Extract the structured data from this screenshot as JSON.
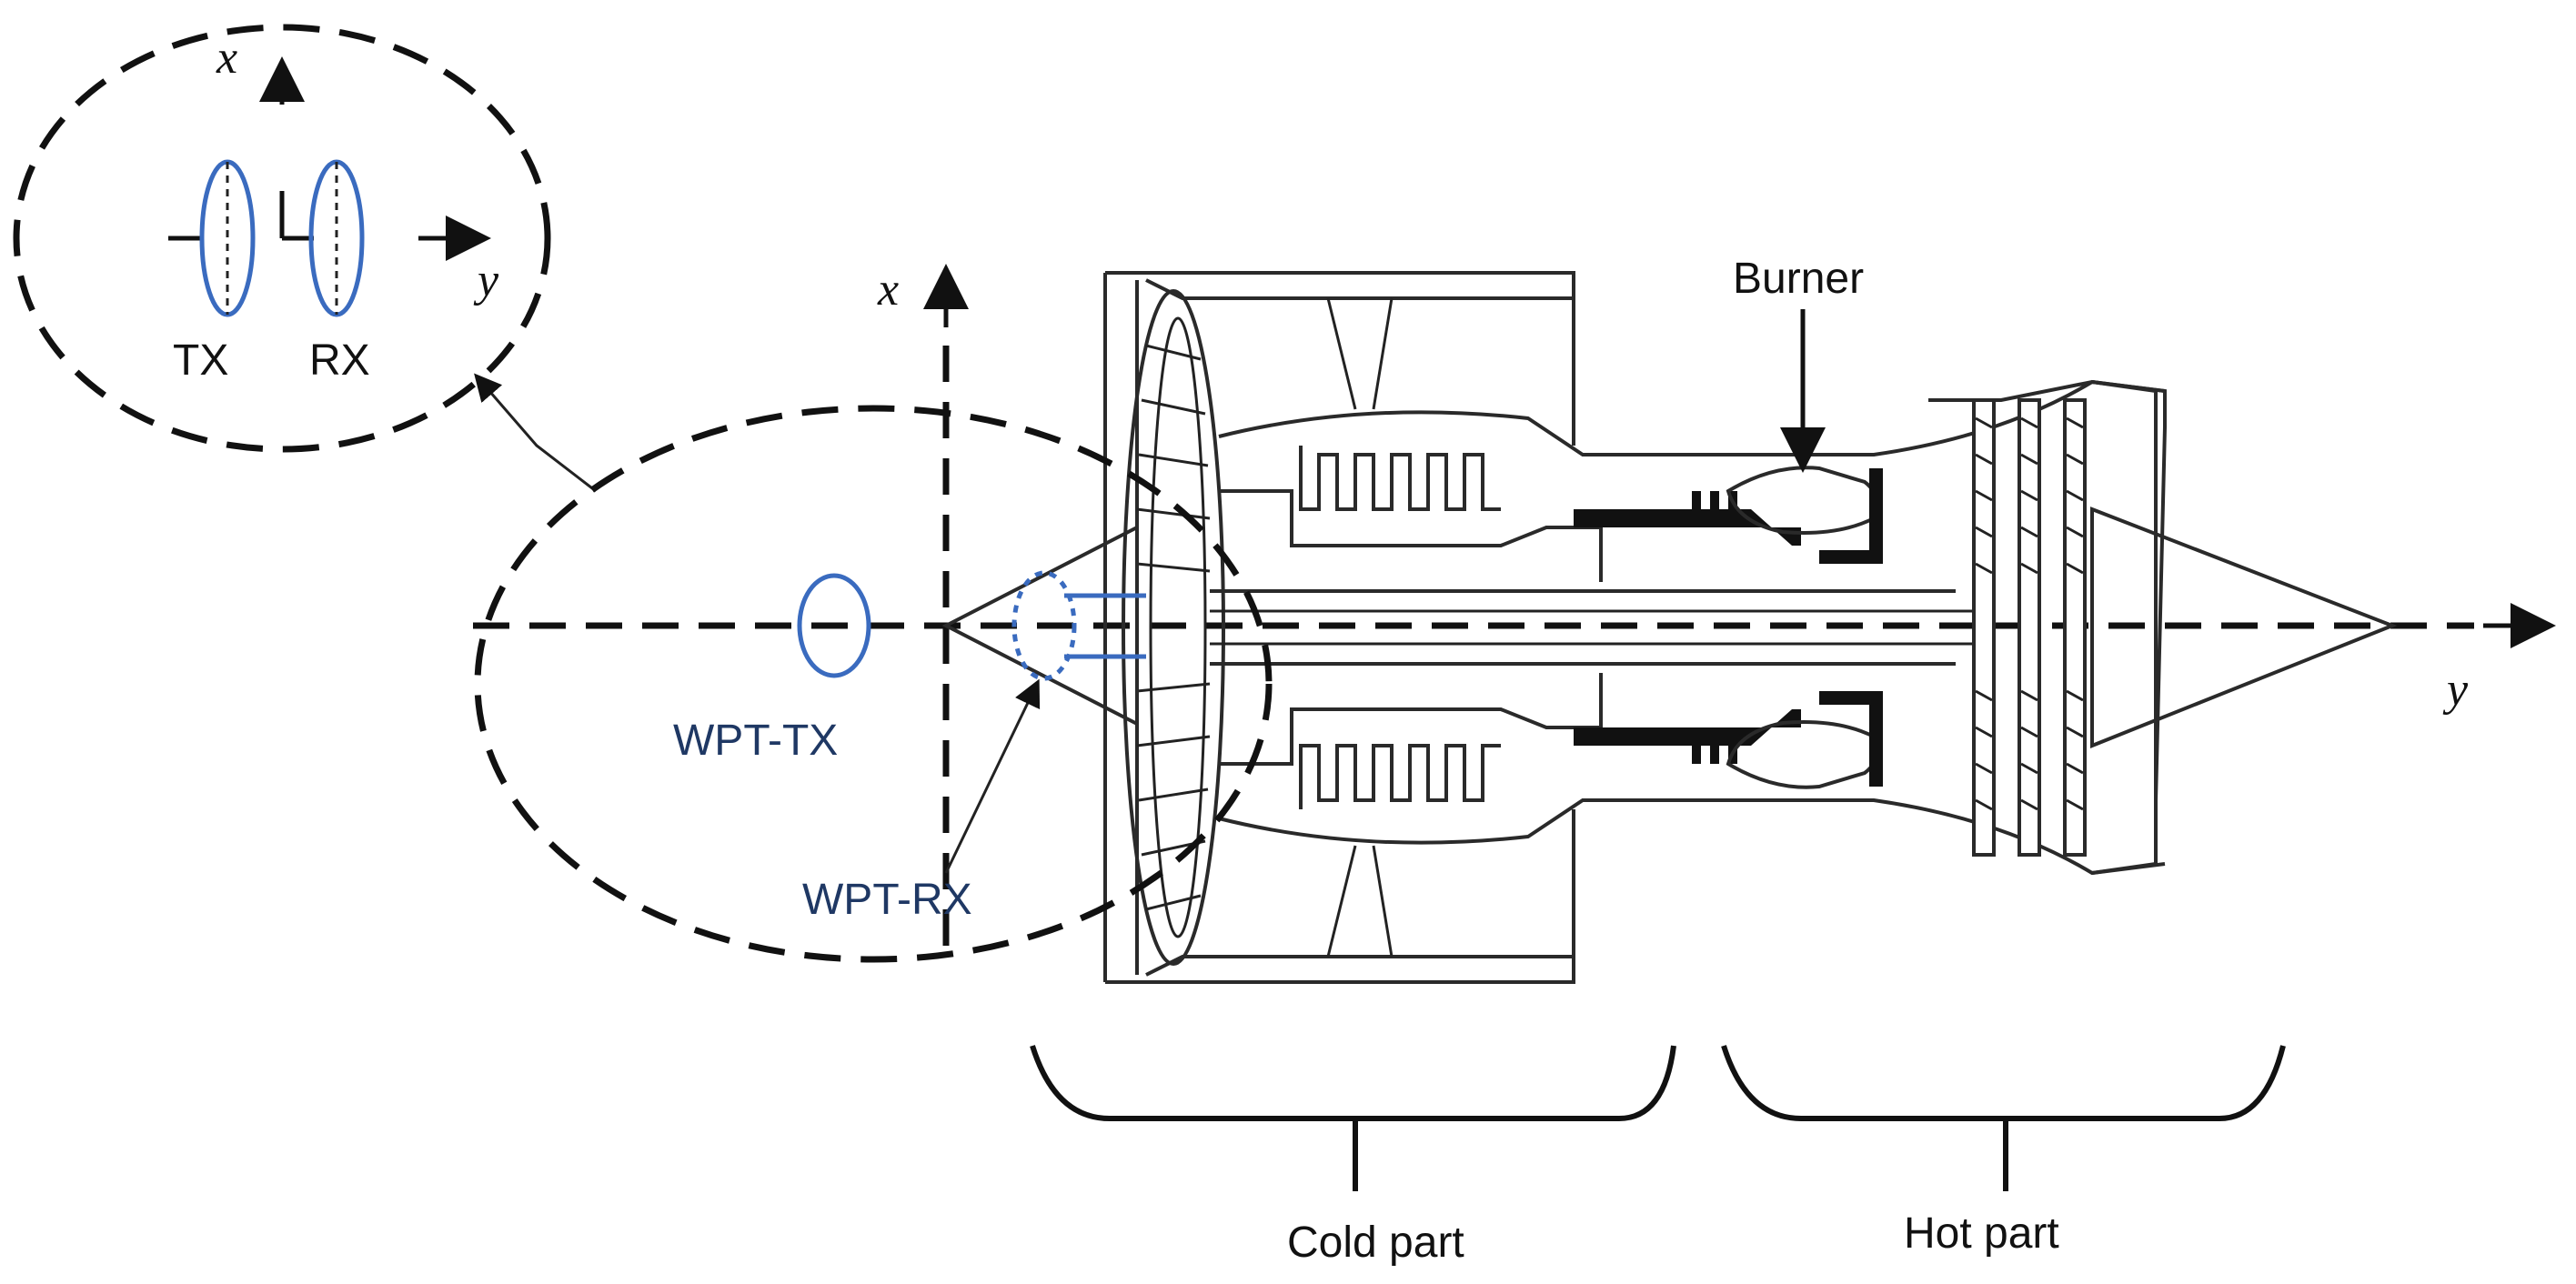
{
  "labels": {
    "tx": "TX",
    "rx": "RX",
    "wpt_tx": "WPT-TX",
    "wpt_rx": "WPT-RX",
    "burner": "Burner",
    "cold_part": "Cold part",
    "hot_part": "Hot part"
  },
  "axes": {
    "inset_x": "x",
    "inset_y": "y",
    "main_x": "x",
    "main_y": "y"
  },
  "colors": {
    "coil": "#3a6bbf",
    "line": "#111111"
  }
}
